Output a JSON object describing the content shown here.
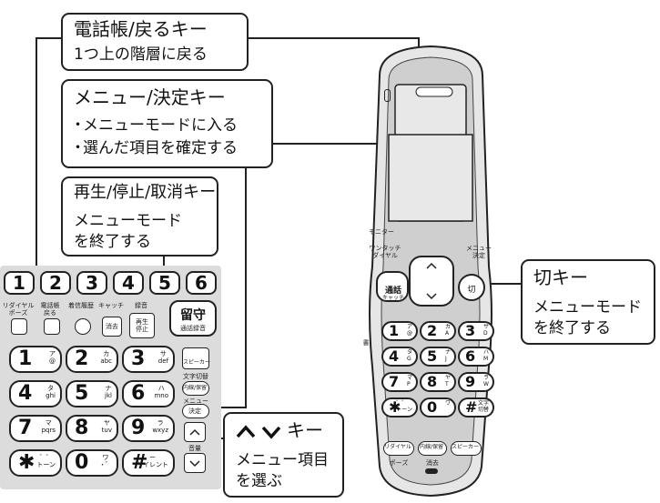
{
  "callouts": {
    "phonebook": {
      "title": "電話帳/戻るキー",
      "line1": "1つ上の階層に戻る"
    },
    "menu": {
      "title": "メニュー/決定キー",
      "line1": "メニューモードに入る",
      "line2": "選んだ項目を確定する"
    },
    "play": {
      "title": "再生/停止/取消キー",
      "line1": "メニューモード",
      "line2": "を終了する"
    },
    "off": {
      "title": "切キー",
      "line1": "メニューモード",
      "line2": "を終了する"
    },
    "updown": {
      "title": "キー",
      "line1": "メニュー項目",
      "line2": "を選ぶ"
    }
  },
  "base_unit": {
    "function_keys": [
      "1",
      "2",
      "3",
      "4",
      "5",
      "6"
    ],
    "labels": {
      "redial": "リダイヤル\nポーズ",
      "phonebook": "電話帳\n戻る",
      "history": "着信履歴",
      "catch": "キャッチ",
      "record": "録音",
      "catch_key": "消去",
      "play_key": "再生\n停止",
      "rusu": "留守",
      "rusu_sub": "通話録音",
      "speaker": "スピーカー",
      "moji": "文字切替",
      "naisen": "内線/保留",
      "menu": "メニュー",
      "kettei": "決定",
      "volume": "音量"
    },
    "keypad": [
      {
        "n": "1",
        "s": "ア\n@"
      },
      {
        "n": "2",
        "s": "カ\nabc"
      },
      {
        "n": "3",
        "s": "サ\ndef"
      },
      {
        "n": "4",
        "s": "タ\nghi"
      },
      {
        "n": "5",
        "s": "ナ\njkl"
      },
      {
        "n": "6",
        "s": "ハ\nmno"
      },
      {
        "n": "7",
        "s": "マ\npqrs"
      },
      {
        "n": "8",
        "s": "ヤ\ntuv"
      },
      {
        "n": "9",
        "s": "ラ\nwxyz"
      },
      {
        "n": "✱",
        "s": "゛゜\nトーン"
      },
      {
        "n": "0",
        "s": "ワ\n・゛"
      },
      {
        "n": "#",
        "s": "ー\nサイレント"
      }
    ]
  },
  "handset": {
    "monitor": "モニター",
    "one_touch": "ワンタッチ\nダイヤル",
    "menu_kettei": "メニュー\n決定",
    "call": "通話",
    "call_sub": "キャッチ",
    "cut": "切",
    "book": "書",
    "redial": "リダイヤル",
    "pause": "ポーズ",
    "naisen": "内線/保留",
    "erase": "消去",
    "speaker": "スピーカー",
    "keypad": [
      {
        "n": "1",
        "s": "ア\n@"
      },
      {
        "n": "2",
        "s": "カ\nA"
      },
      {
        "n": "3",
        "s": "サ\nD"
      },
      {
        "n": "4",
        "s": "タ\nG"
      },
      {
        "n": "5",
        "s": "ナ\nJ"
      },
      {
        "n": "6",
        "s": "ハ\nM"
      },
      {
        "n": "7",
        "s": "マ\nP"
      },
      {
        "n": "8",
        "s": "ヤ\nT"
      },
      {
        "n": "9",
        "s": "ラ\nW"
      },
      {
        "n": "✱",
        "s": "゛゜\nトーン"
      },
      {
        "n": "0",
        "s": "ワ"
      },
      {
        "n": "#",
        "s": "文字\n切替"
      }
    ]
  }
}
